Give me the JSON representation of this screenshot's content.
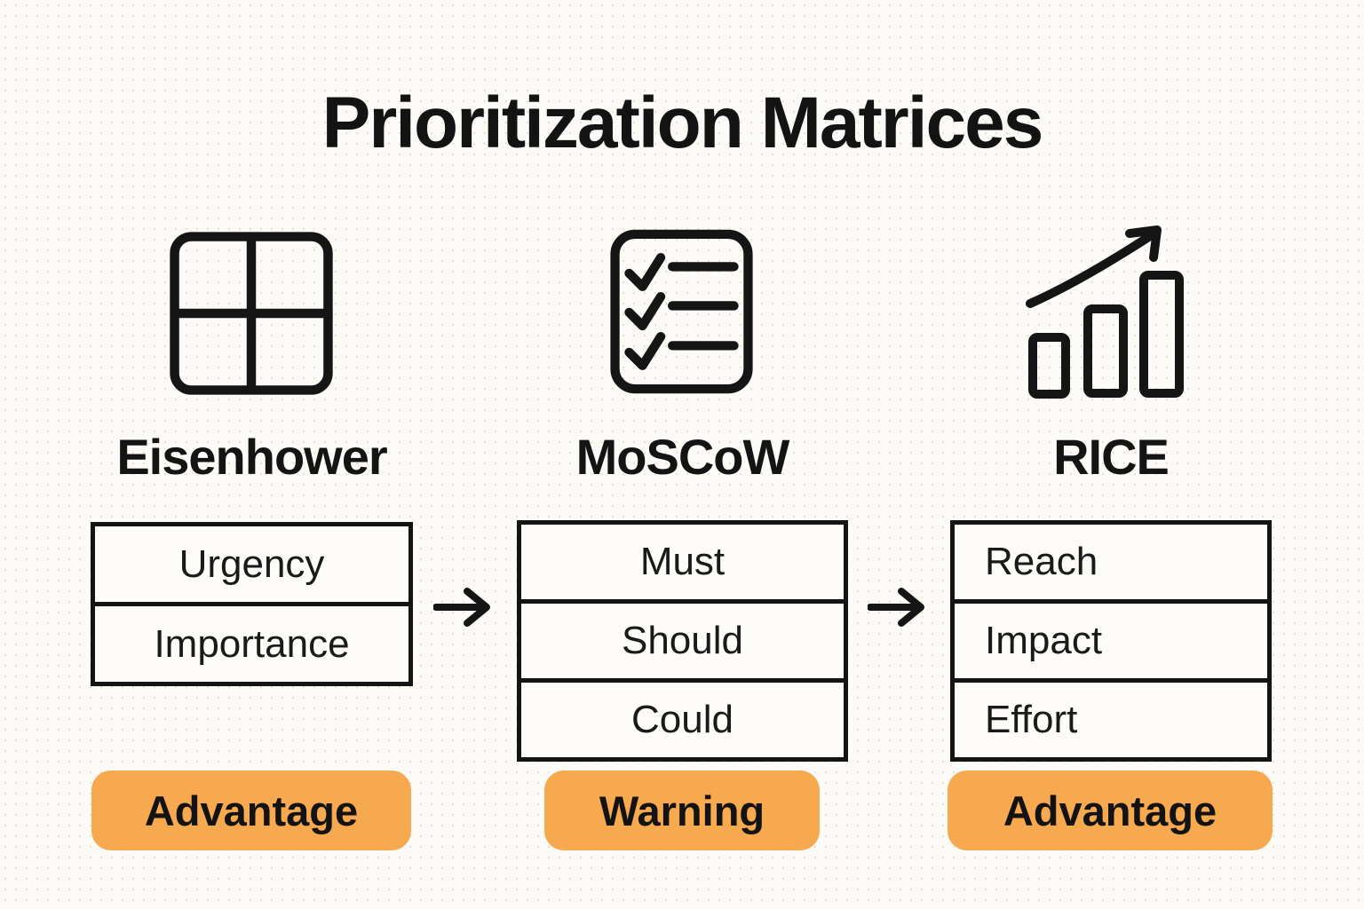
{
  "title": "Prioritization Matrices",
  "colors": {
    "background": "#FCFBF7",
    "ink": "#141414",
    "accent_orange": "#F6A94E"
  },
  "columns": [
    {
      "name": "Eisenhower",
      "icon": "quadrant-grid-icon",
      "rows": [
        "Urgency",
        "Importance"
      ],
      "badge": {
        "label": "Advantage",
        "type": "advantage"
      }
    },
    {
      "name": "MoSCoW",
      "icon": "checklist-icon",
      "rows": [
        "Must",
        "Should",
        "Could"
      ],
      "badge": {
        "label": "Warning",
        "type": "warning"
      }
    },
    {
      "name": "RICE",
      "icon": "growth-bars-icon",
      "rows": [
        "Reach",
        "Impact",
        "Effort"
      ],
      "badge": {
        "label": "Advantage",
        "type": "advantage"
      }
    }
  ],
  "arrows": [
    {
      "name": "right-arrow",
      "glyph": "→"
    },
    {
      "name": "right-arrow",
      "glyph": "→"
    }
  ]
}
